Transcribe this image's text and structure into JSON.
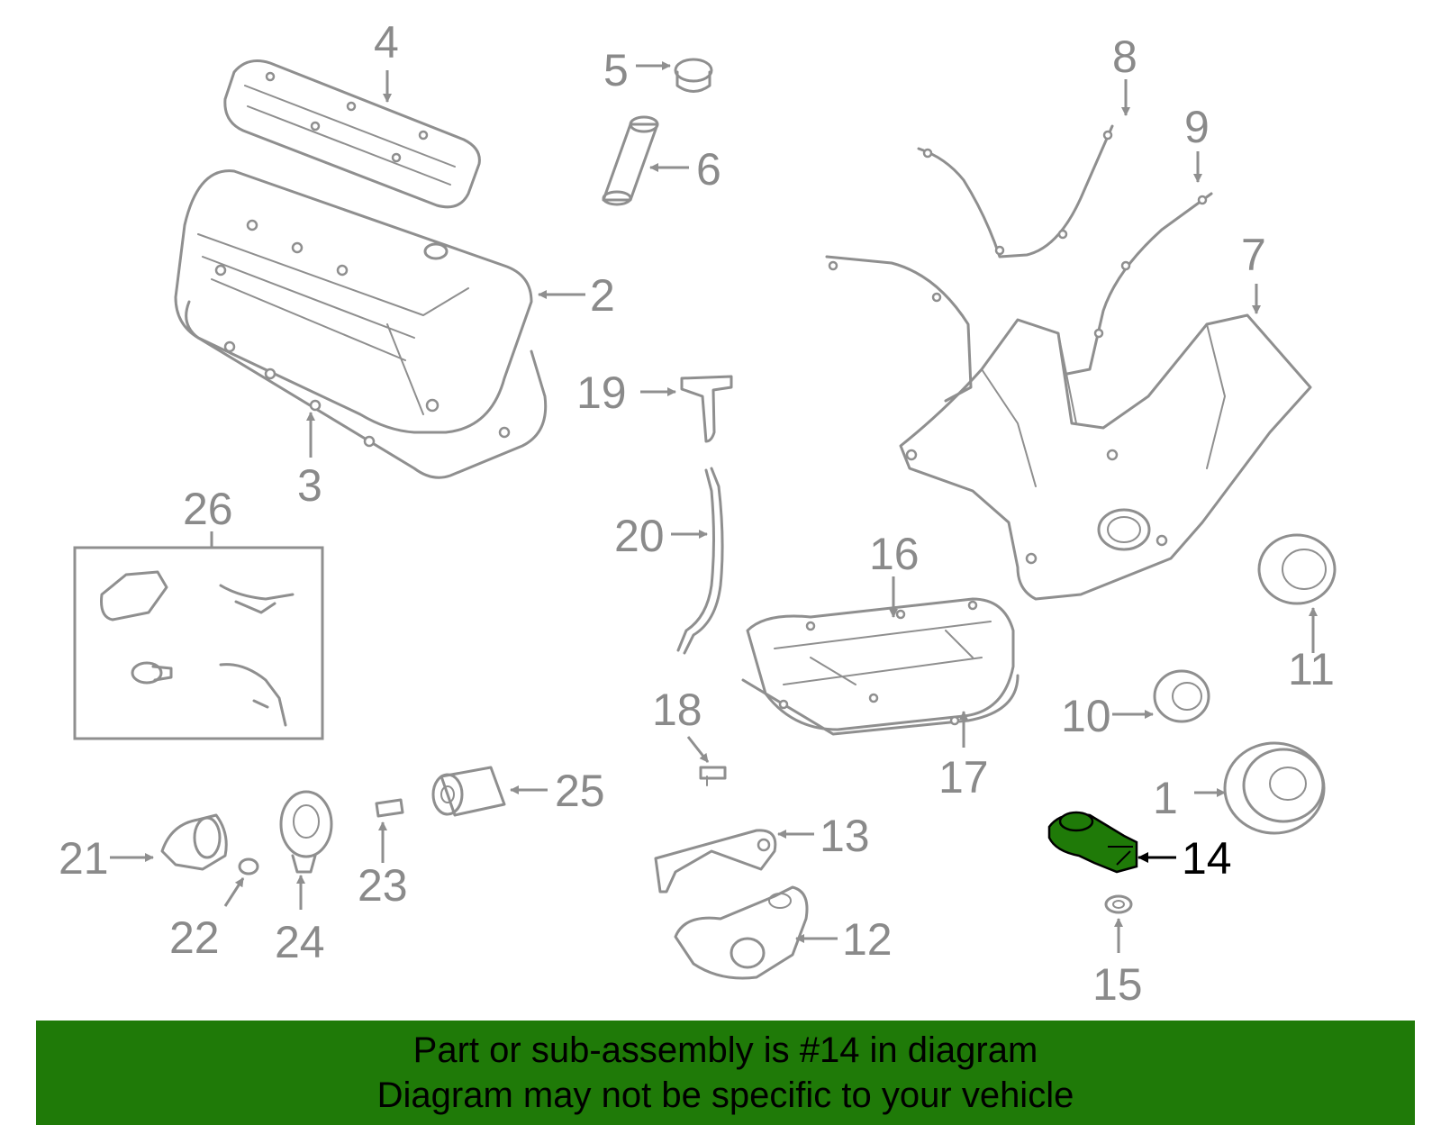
{
  "diagram": {
    "highlight_color": "#1f7a08",
    "line_color": "#8f8f8f",
    "labels": {
      "p1": "1",
      "p2": "2",
      "p3": "3",
      "p4": "4",
      "p5": "5",
      "p6": "6",
      "p7": "7",
      "p8": "8",
      "p9": "9",
      "p10": "10",
      "p11": "11",
      "p12": "12",
      "p13": "13",
      "p14": "14",
      "p15": "15",
      "p16": "16",
      "p17": "17",
      "p18": "18",
      "p19": "19",
      "p20": "20",
      "p21": "21",
      "p22": "22",
      "p23": "23",
      "p24": "24",
      "p25": "25",
      "p26": "26"
    },
    "highlighted_part": "14"
  },
  "banner": {
    "line1": "Part or sub-assembly is #14 in diagram",
    "line2": "Diagram may not be specific to your vehicle",
    "background": "#1f7a08"
  }
}
